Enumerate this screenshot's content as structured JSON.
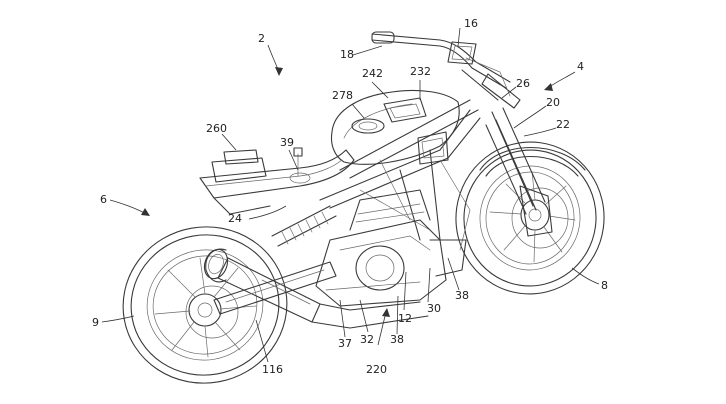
{
  "figure": {
    "reference_numerals": {
      "n2": "2",
      "n4": "4",
      "n6": "6",
      "n8": "8",
      "n9": "9",
      "n12": "12",
      "n16": "16",
      "n18": "18",
      "n20": "20",
      "n22": "22",
      "n24": "24",
      "n26": "26",
      "n30": "30",
      "n32": "32",
      "n37": "37",
      "n38a": "38",
      "n38b": "38",
      "n39": "39",
      "n116": "116",
      "n220": "220",
      "n232": "232",
      "n242": "242",
      "n260": "260",
      "n278": "278"
    }
  }
}
